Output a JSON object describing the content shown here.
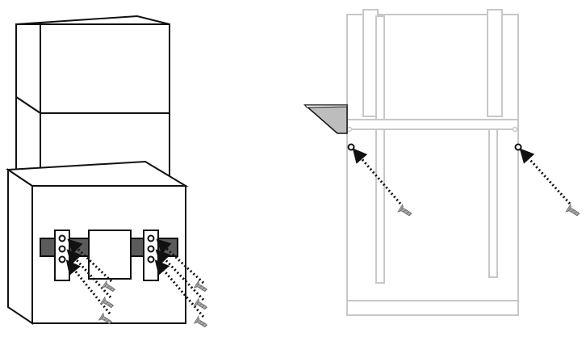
{
  "figure": {
    "caption": "",
    "panels": [
      {
        "id": "left",
        "content": "assembled-cabinet-with-screws-into-base-rails"
      },
      {
        "id": "right",
        "content": "back-panel-with-two-screws-into-side-holes"
      }
    ]
  },
  "colors": {
    "line_dark": "#111111",
    "fill_white": "#ffffff",
    "rail_dark": "#5b5b5b",
    "screw_gray": "#9a9a9a",
    "ghost_line": "#c7c7c7",
    "arrow_dots": "#111111",
    "screw_outline": "#6f6f6f"
  },
  "icons": {
    "screw": "screw-icon",
    "arrow": "dotted-arrow-icon",
    "hole": "hole-icon"
  }
}
